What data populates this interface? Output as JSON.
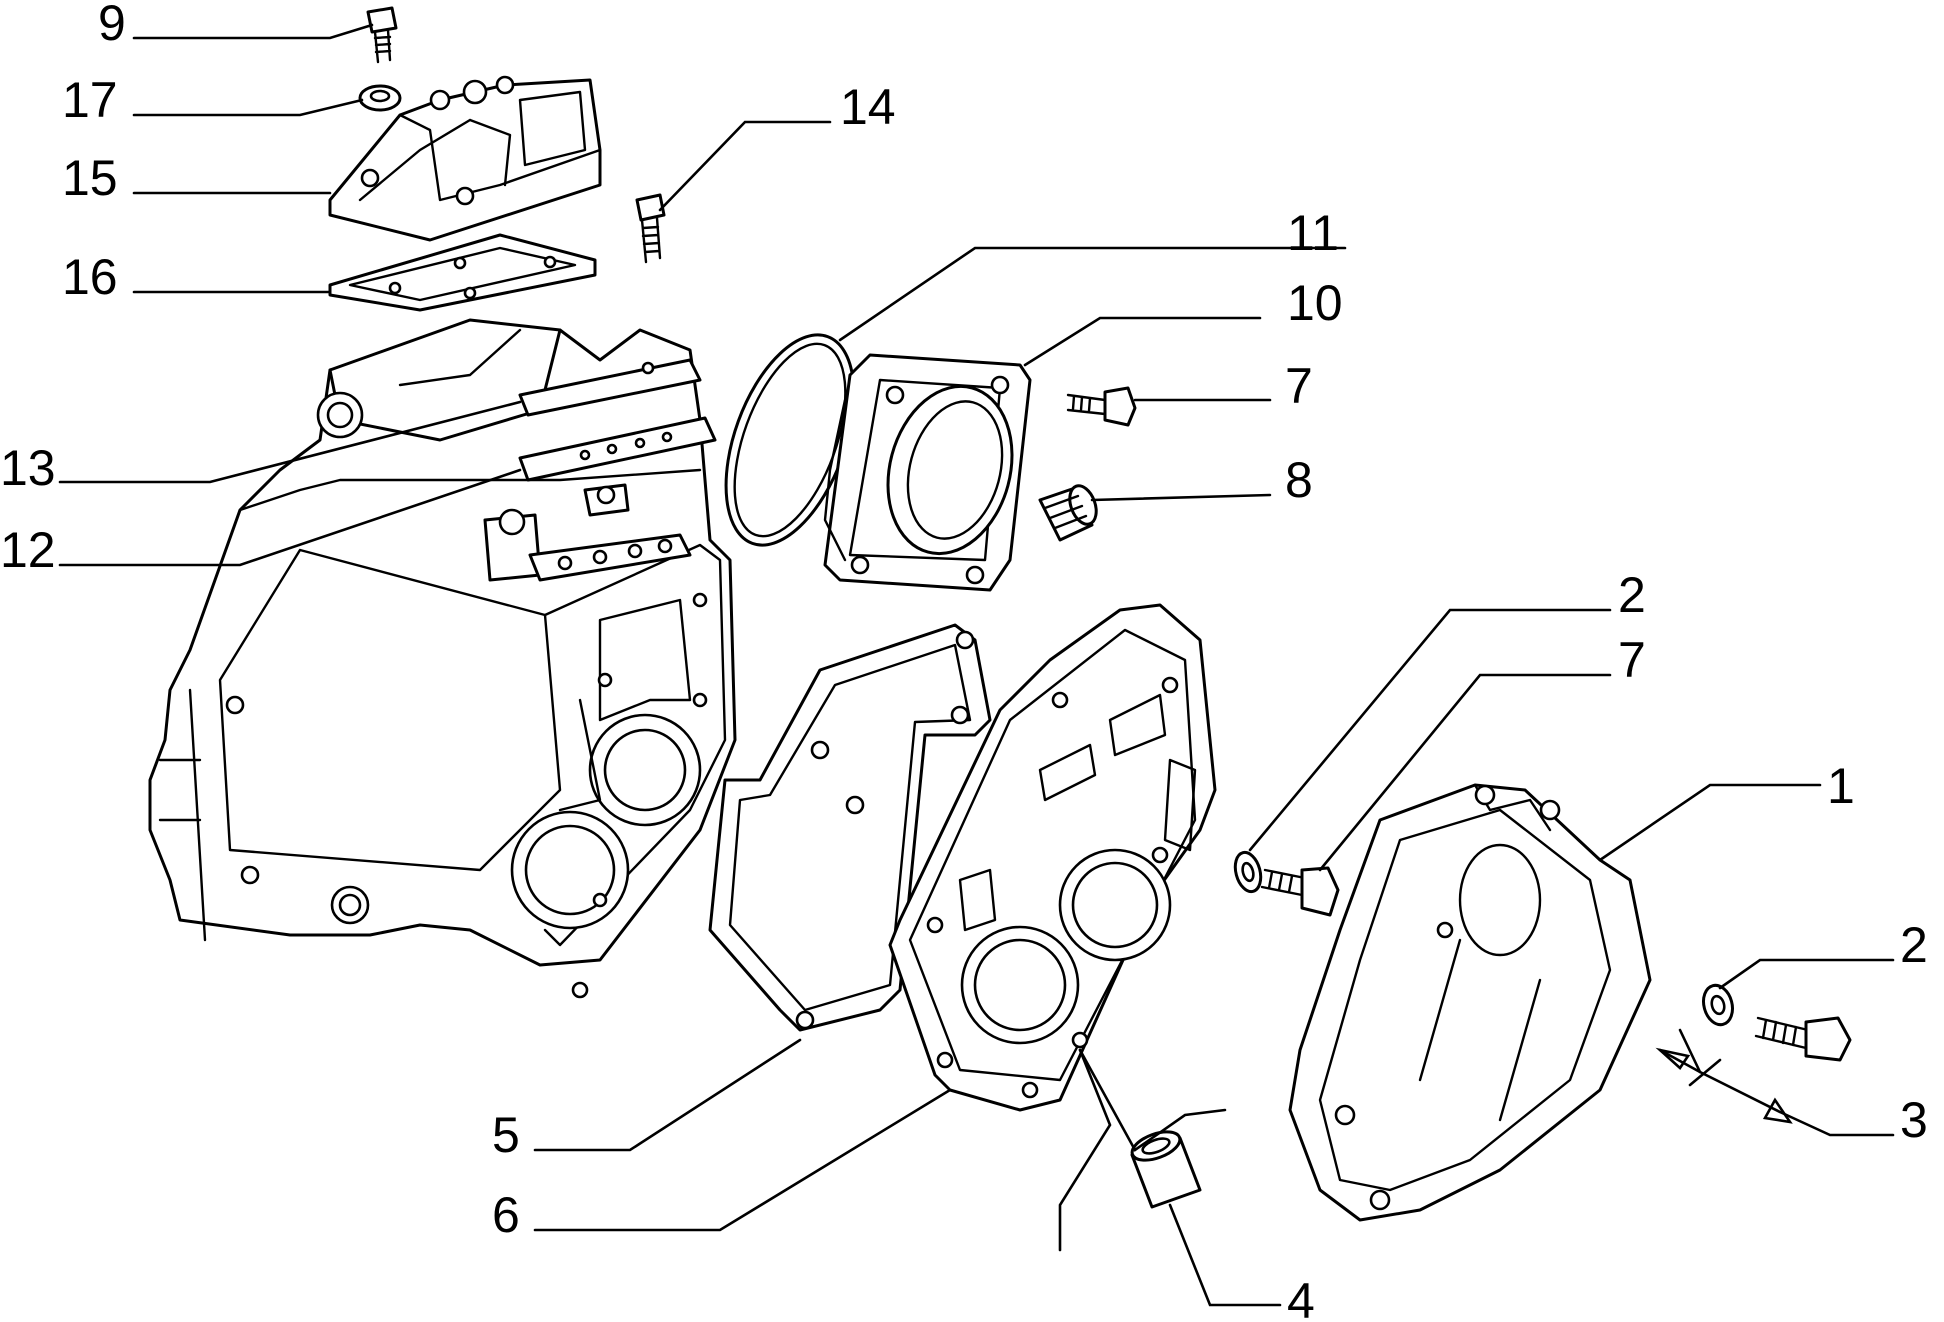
{
  "callouts": [
    {
      "id": "c9",
      "number": "9"
    },
    {
      "id": "c17",
      "number": "17"
    },
    {
      "id": "c15",
      "number": "15"
    },
    {
      "id": "c16",
      "number": "16"
    },
    {
      "id": "c14",
      "number": "14"
    },
    {
      "id": "c11",
      "number": "11"
    },
    {
      "id": "c10",
      "number": "10"
    },
    {
      "id": "c7a",
      "number": "7"
    },
    {
      "id": "c8",
      "number": "8"
    },
    {
      "id": "c13",
      "number": "13"
    },
    {
      "id": "c12",
      "number": "12"
    },
    {
      "id": "c2a",
      "number": "2"
    },
    {
      "id": "c7b",
      "number": "7"
    },
    {
      "id": "c1",
      "number": "1"
    },
    {
      "id": "c2b",
      "number": "2"
    },
    {
      "id": "c3",
      "number": "3"
    },
    {
      "id": "c5",
      "number": "5"
    },
    {
      "id": "c6",
      "number": "6"
    },
    {
      "id": "c4",
      "number": "4"
    }
  ]
}
